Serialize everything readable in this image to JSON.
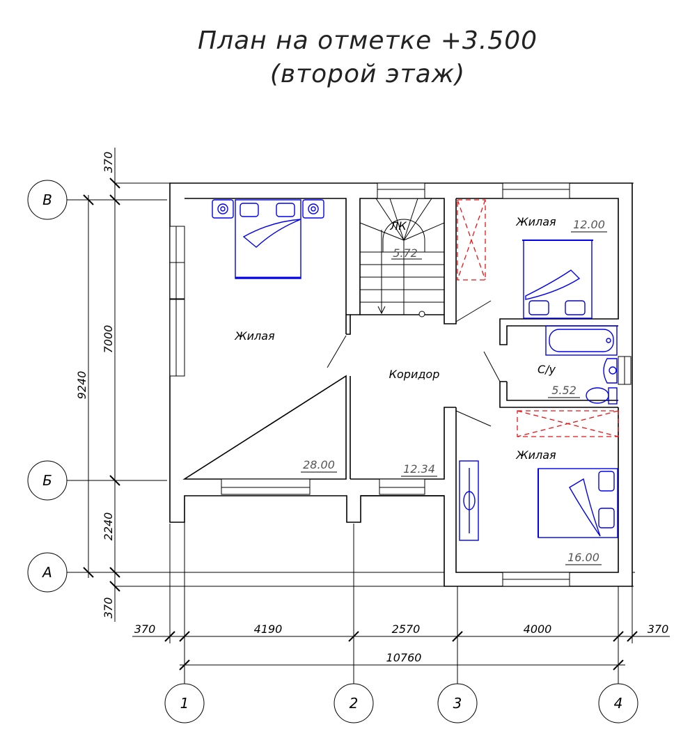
{
  "title": {
    "line1": "План на отметке +3.500",
    "line2": "(второй этаж)"
  },
  "rooms": {
    "living_left": {
      "label": "Жилая",
      "area": "28.00"
    },
    "corridor": {
      "label": "Коридор",
      "area": "12.34"
    },
    "stair": {
      "label": "ЛК",
      "area": "5.72"
    },
    "living_top_right": {
      "label": "Жилая",
      "area": "12.00"
    },
    "bathroom": {
      "label": "С/у",
      "area": "5.52"
    },
    "living_bottom_right": {
      "label": "Жилая",
      "area": "16.00"
    }
  },
  "dimensions": {
    "vertical": {
      "top_370": "370",
      "total": "9240",
      "v7000": "7000",
      "v2240": "2240",
      "bottom_370": "370"
    },
    "horizontal": {
      "left_370": "370",
      "h4190": "4190",
      "h2570": "2570",
      "h4000": "4000",
      "right_370": "370",
      "total": "10760"
    }
  },
  "axes": {
    "rows": [
      "В",
      "Б",
      "А"
    ],
    "cols": [
      "1",
      "2",
      "3",
      "4"
    ]
  },
  "colors": {
    "walls": "#000000",
    "furniture": "#0000ee",
    "dashed": "#ee1111"
  }
}
